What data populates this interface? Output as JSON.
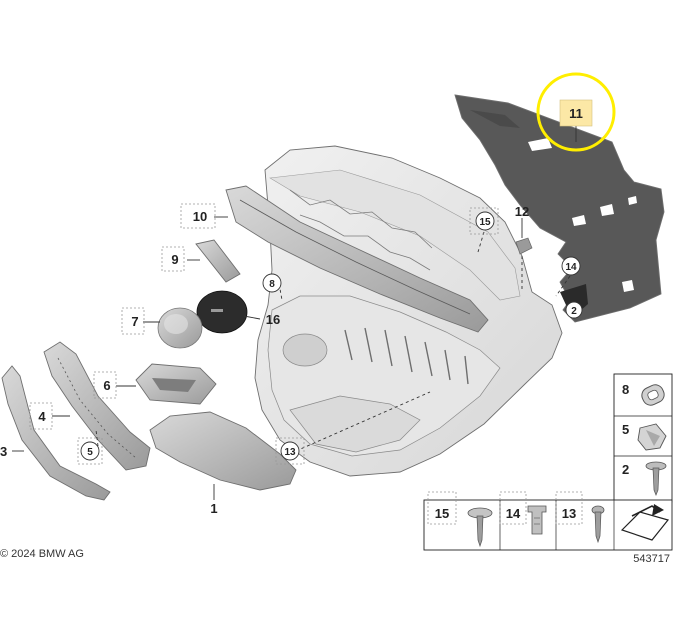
{
  "labels": {
    "l1": "1",
    "l2": "2",
    "l3": "3",
    "l4": "4",
    "l5": "5",
    "l6": "6",
    "l7": "7",
    "l8": "8",
    "l9": "9",
    "l10": "10",
    "l11": "11",
    "l12": "12",
    "l13": "13",
    "l14": "14",
    "l15": "15",
    "l16": "16"
  },
  "legend": {
    "item8": "8",
    "item5": "5",
    "item2": "2",
    "item15": "15",
    "item14": "14",
    "item13": "13"
  },
  "copyright": "© 2024 BMW AG",
  "diagram_number": "543717",
  "highlight": {
    "part": "11",
    "ring_color": "#ffee00",
    "fill_color": "#fce8a6"
  }
}
